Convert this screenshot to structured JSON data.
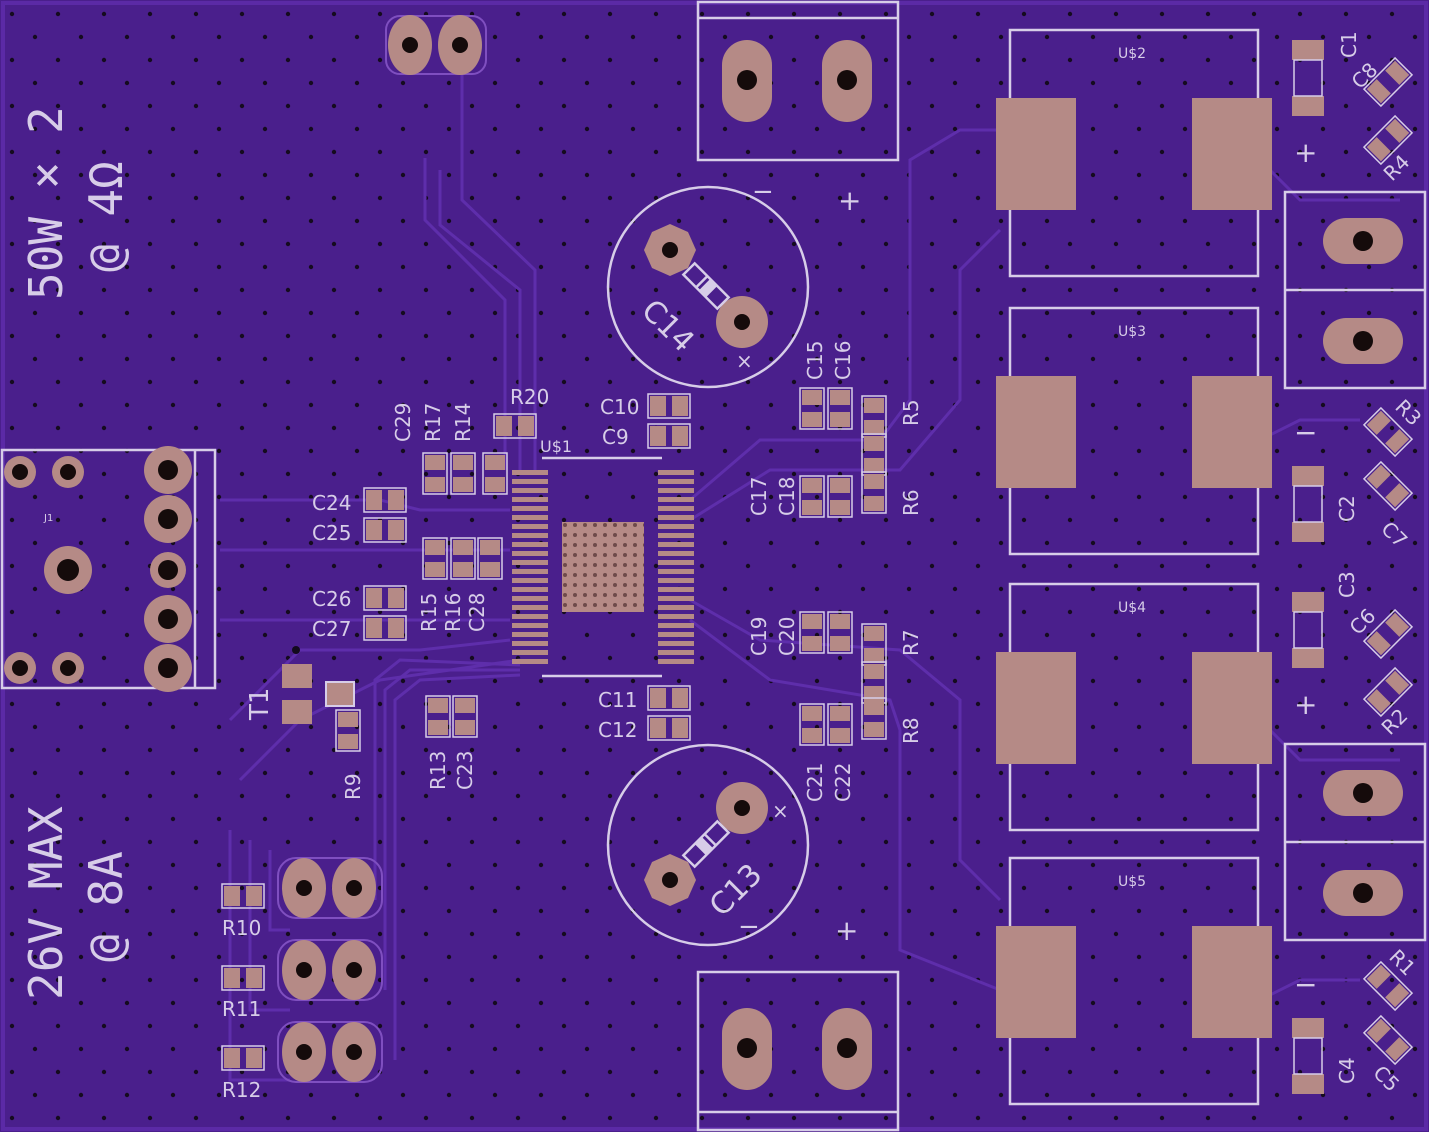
{
  "board": {
    "colors": {
      "substrate": "#4a1f8c",
      "silkscreen": "#d7cde8",
      "copper": "#b58a86",
      "trace": "#5e2eab"
    },
    "notes": {
      "power_rating": "50W × 2",
      "load": "@ 4Ω",
      "voltage": "26V MAX",
      "current": "@ 8A"
    },
    "connector": "J1",
    "ic": "U$1",
    "inductors": [
      "U$2",
      "U$3",
      "U$4",
      "U$5"
    ],
    "caps_big": [
      "C14",
      "C13"
    ],
    "transformer": "T1",
    "polarity": {
      "plus": "+",
      "minus": "−",
      "cross": "×"
    },
    "labels": {
      "r20": "R20",
      "c29": "C29",
      "r17": "R17",
      "r14": "R14",
      "c10": "C10",
      "c9": "C9",
      "c24": "C24",
      "c25": "C25",
      "c26": "C26",
      "c27": "C27",
      "r15": "R15",
      "r16": "R16",
      "c28": "C28",
      "c11": "C11",
      "c12": "C12",
      "r13": "R13",
      "c23": "C23",
      "r9": "R9",
      "r10": "R10",
      "r11": "R11",
      "r12": "R12",
      "c15": "C15",
      "c16": "C16",
      "r5": "R5",
      "c17": "C17",
      "c18": "C18",
      "r6": "R6",
      "c19": "C19",
      "c20": "C20",
      "r7": "R7",
      "c21": "C21",
      "c22": "C22",
      "r8": "R8",
      "c1": "C1",
      "c8": "C8",
      "r4": "R4",
      "r3": "R3",
      "c2": "C2",
      "c7": "C7",
      "c3": "C3",
      "c6": "C6",
      "r2": "R2",
      "r1": "R1",
      "c4": "C4",
      "c5": "C5"
    }
  }
}
